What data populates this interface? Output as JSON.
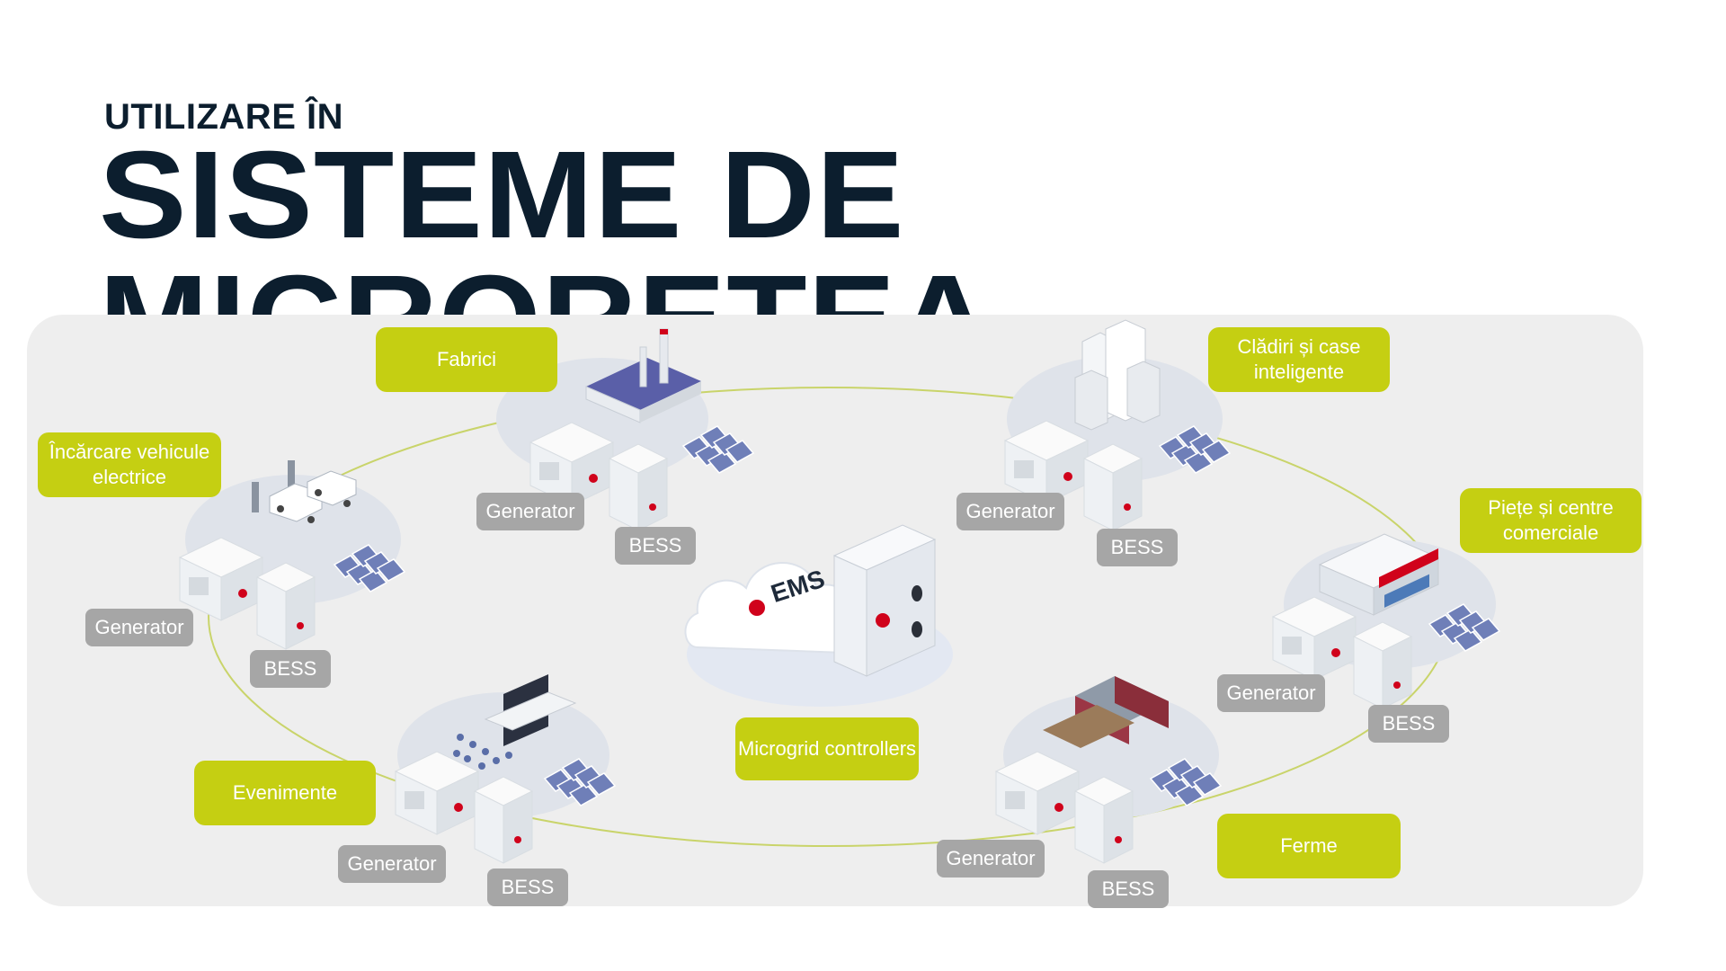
{
  "header": {
    "subtitle": "UTILIZARE ÎN",
    "title": "SISTEME DE MICROREȚEA"
  },
  "center": {
    "ems_text": "EMS",
    "label": "Microgrid controllers"
  },
  "nodes": {
    "factories": {
      "label": "Fabrici",
      "generator": "Generator",
      "bess": "BESS"
    },
    "buildings": {
      "label": "Clădiri și case inteligente",
      "generator": "Generator",
      "bess": "BESS"
    },
    "ev": {
      "label": "Încărcare vehicule electrice",
      "generator": "Generator",
      "bess": "BESS"
    },
    "markets": {
      "label": "Piețe și centre comerciale",
      "generator": "Generator",
      "bess": "BESS"
    },
    "events": {
      "label": "Evenimente",
      "generator": "Generator",
      "bess": "BESS"
    },
    "farms": {
      "label": "Ferme",
      "generator": "Generator",
      "bess": "BESS"
    }
  },
  "colors": {
    "accent_green": "#c5cf12",
    "label_grey": "#a6a6a6",
    "title_navy": "#0c1e2e",
    "panel_bg": "#eeeeee",
    "brand_red": "#d0021b"
  },
  "icons": [
    "factory-icon",
    "skyscraper-icon",
    "ev-charger-icon",
    "market-icon",
    "stage-icon",
    "barn-icon",
    "solar-panel-icon",
    "generator-icon",
    "battery-cabinet-icon",
    "cloud-icon",
    "controller-icon"
  ]
}
